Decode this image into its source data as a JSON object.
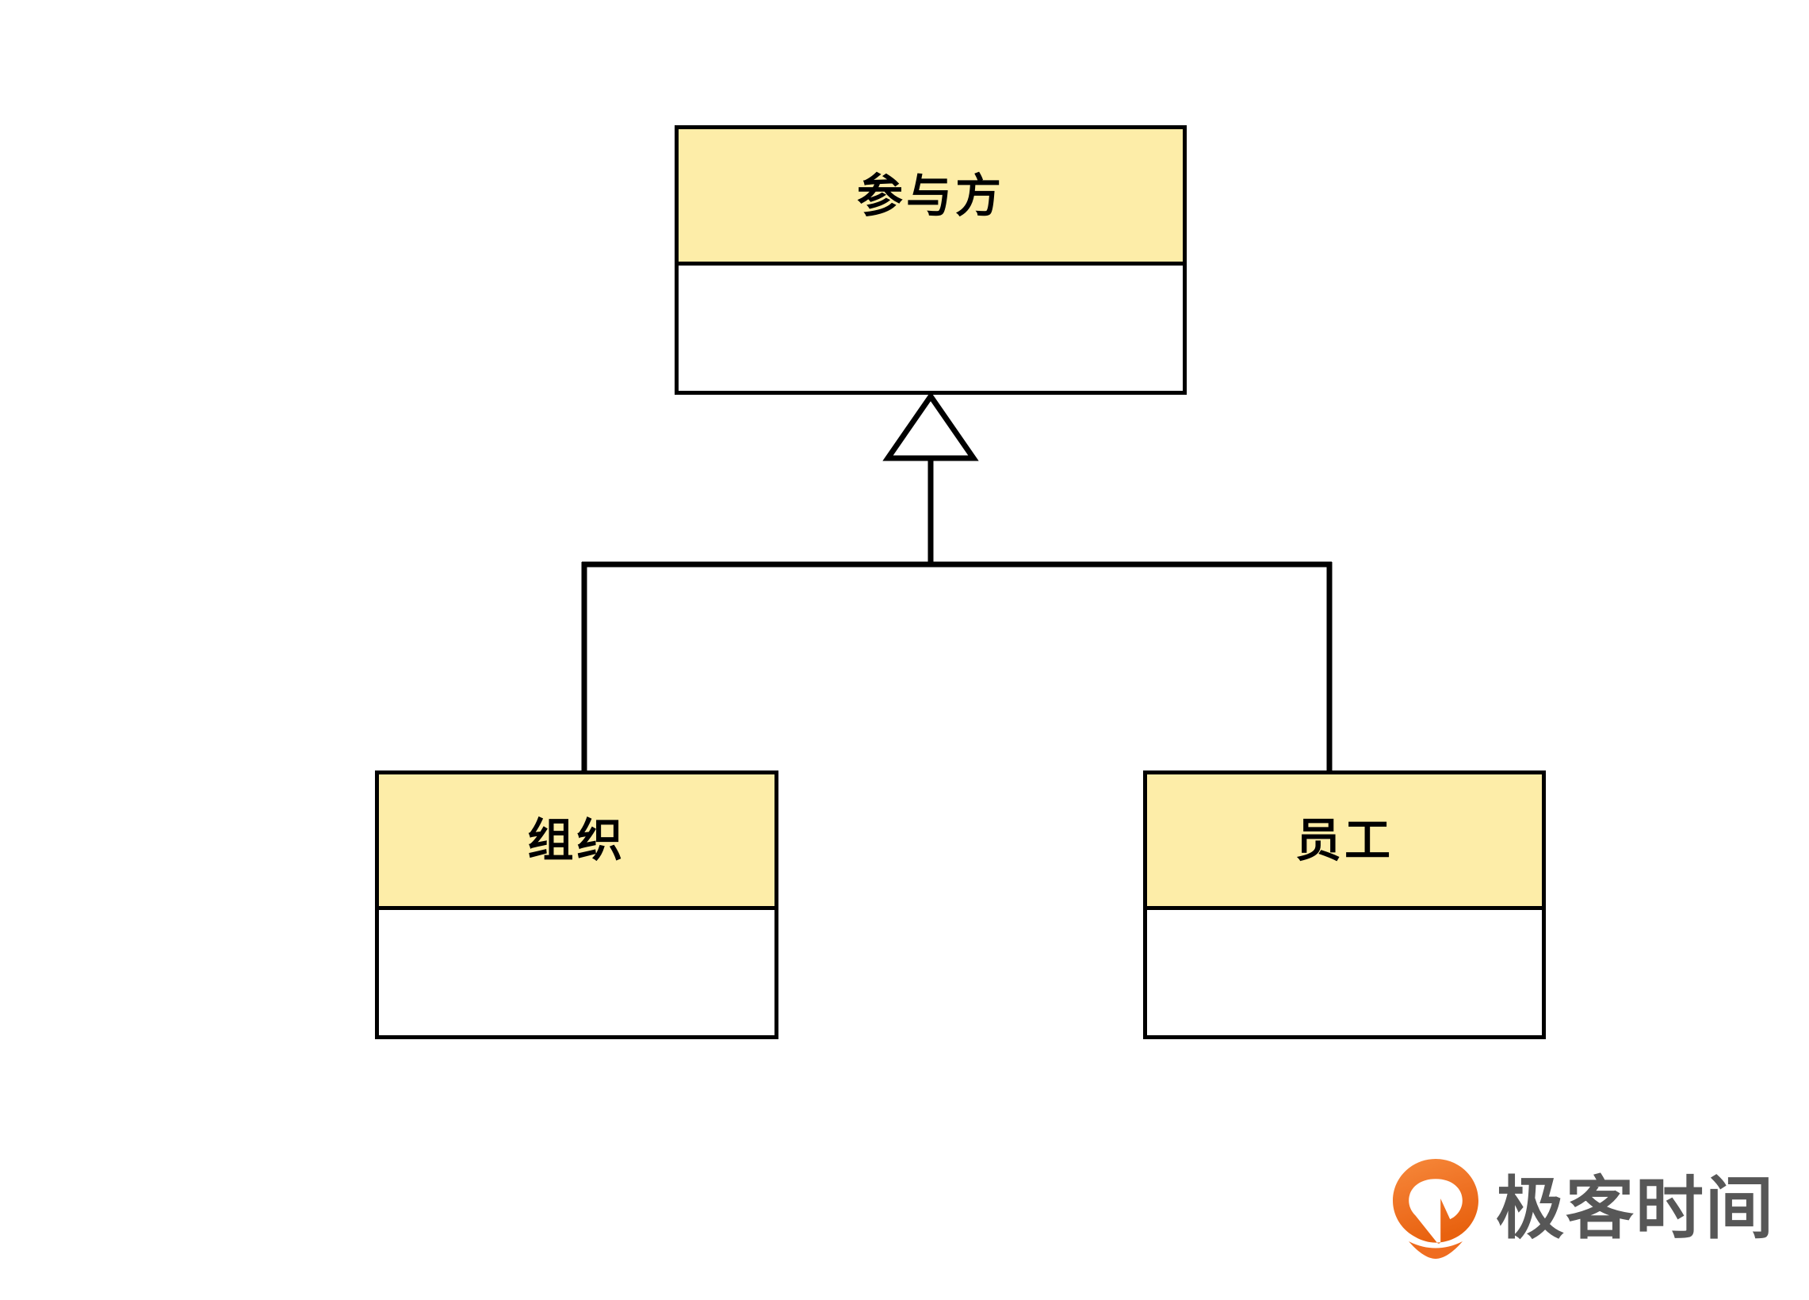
{
  "diagram": {
    "type": "uml-class-diagram",
    "relationship": "generalization",
    "background_color": "#ffffff",
    "border_color": "#000000",
    "header_fill_color": "#fdeda8",
    "body_fill_color": "#ffffff",
    "classes": [
      {
        "id": "party",
        "name": "参与方",
        "role": "superclass",
        "attributes": [],
        "operations": []
      },
      {
        "id": "organization",
        "name": "组织",
        "role": "subclass",
        "attributes": [],
        "operations": []
      },
      {
        "id": "employee",
        "name": "员工",
        "role": "subclass",
        "attributes": [],
        "operations": []
      }
    ],
    "edges": [
      {
        "from": "organization",
        "to": "party",
        "kind": "generalization",
        "arrow": "hollow-triangle"
      },
      {
        "from": "employee",
        "to": "party",
        "kind": "generalization",
        "arrow": "hollow-triangle"
      }
    ]
  },
  "watermark": {
    "text": "极客时间",
    "logo_icon": "geektime-pin-logo",
    "logo_color": "#ef6c1f",
    "logo_color_light": "#f58634",
    "text_color": "#575757"
  }
}
